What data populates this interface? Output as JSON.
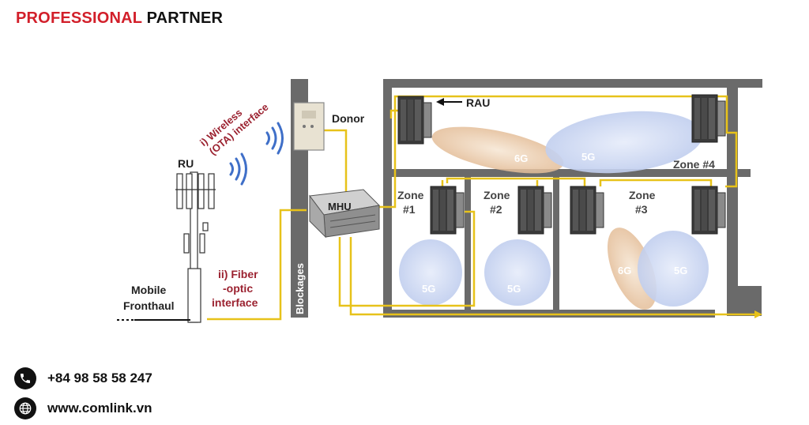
{
  "header": {
    "word1": "PROFESSIONAL",
    "word2": "PARTNER"
  },
  "diagram": {
    "labels": {
      "ru": "RU",
      "donor": "Donor",
      "mhu": "MHU",
      "rau": "RAU",
      "blockages": "Blockages",
      "mobile": "Mobile",
      "fronthaul": "Fronthaul",
      "wireless_line1": "i) Wireless",
      "wireless_line2": "(OTA) interface",
      "fiber_line1": "ii) Fiber",
      "fiber_line2": "-optic",
      "fiber_line3": "interface"
    },
    "zones": {
      "z4": "Zone #4",
      "z1a": "Zone",
      "z1b": "#1",
      "z2": "Zone",
      "z2b": "#2",
      "z3a": "Zone",
      "z3b": "#3"
    },
    "beams": {
      "top_6g": "6G",
      "top_5g": "5G",
      "z1_5g": "5G",
      "z2_5g": "5G",
      "z3_6g": "6G",
      "z3_5g": "5G"
    },
    "colors": {
      "fiber": "#e7c21a",
      "wall": "#666666",
      "beam5g": "#c7d3f0",
      "beam6g": "#e9c9a8",
      "wireless_red": "#9b2230",
      "wave_blue": "#3f6fc8"
    }
  },
  "contact": {
    "phone": "+84 98 58 58 247",
    "website": "www.comlink.vn",
    "phone_icon": "phone-icon",
    "globe_icon": "globe-icon"
  }
}
